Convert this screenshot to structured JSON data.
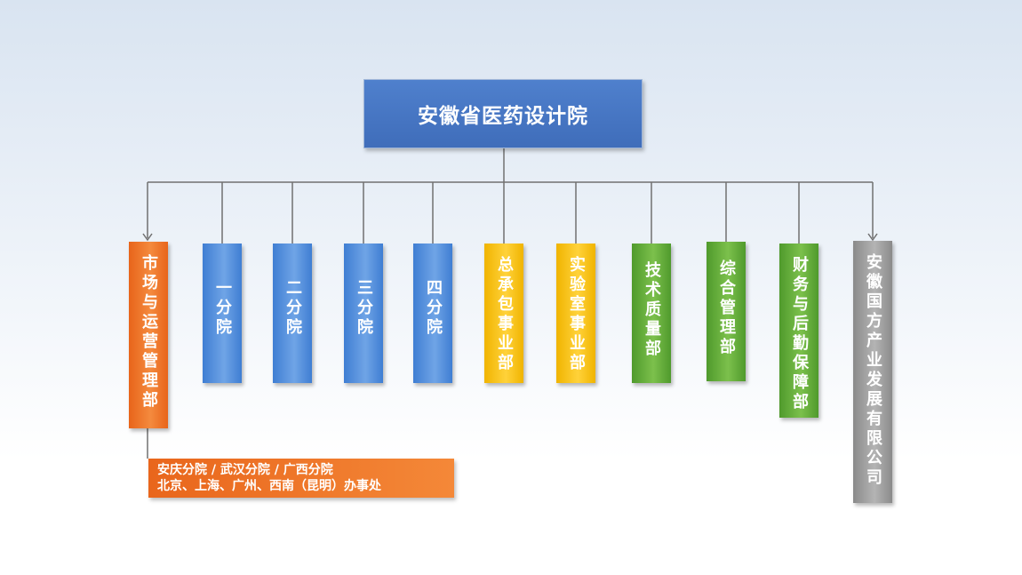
{
  "org_chart": {
    "root": "安徽省医药设计院",
    "branches": [
      {
        "id": "market",
        "label": "市场与运营管理部",
        "color": "orange"
      },
      {
        "id": "branch1",
        "label": "一分院",
        "color": "blue"
      },
      {
        "id": "branch2",
        "label": "二分院",
        "color": "blue"
      },
      {
        "id": "branch3",
        "label": "三分院",
        "color": "blue"
      },
      {
        "id": "branch4",
        "label": "四分院",
        "color": "blue"
      },
      {
        "id": "contracting",
        "label": "总承包事业部",
        "color": "yellow"
      },
      {
        "id": "lab",
        "label": "实验室事业部",
        "color": "yellow"
      },
      {
        "id": "quality",
        "label": "技术质量部",
        "color": "green"
      },
      {
        "id": "admin",
        "label": "综合管理部",
        "color": "green"
      },
      {
        "id": "finance",
        "label": "财务与后勤保障部",
        "color": "green"
      },
      {
        "id": "state",
        "label": "安徽国方产业发展有限公司",
        "color": "gray"
      }
    ],
    "sub_note": {
      "line1": "安庆分院 / 武汉分院 / 广西分院",
      "line2": "北京、上海、广州、西南（昆明）办事处"
    }
  }
}
